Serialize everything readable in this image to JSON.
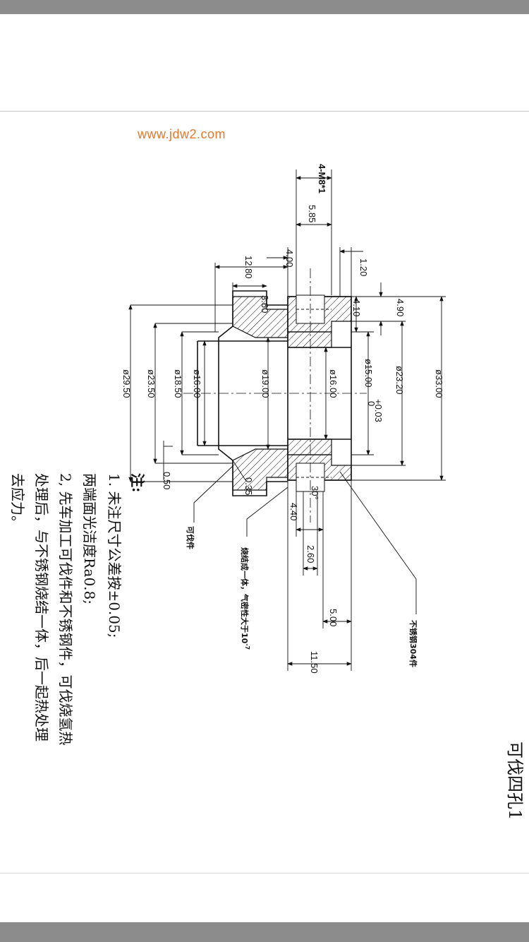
{
  "watermark": "www.jdw2.com",
  "title": "可伐四孔1",
  "dims": {
    "thread": "4-M8*1",
    "d585": "5.85",
    "d400": "4.00",
    "d120": "1.20",
    "d1280": "12.80",
    "d360": "3.60",
    "d490": "4.90",
    "d410": "4.10",
    "phi2950": "ø29.50",
    "phi2350": "ø23.50",
    "phi1850": "ø18.50",
    "phi1600a": "ø16.00",
    "phi1900": "ø19.00",
    "phi1600b": "ø16.00",
    "phi1500": "ø15.00",
    "tol1500": "+0.03",
    "tol1500b": "0",
    "phi2320": "ø23.20",
    "phi3300": "ø33.00",
    "d050": "0.50",
    "d035": "0.35",
    "d440": "4.40",
    "ang": "30°",
    "d260": "2.60",
    "d500": "5.00",
    "d1150": "11.50"
  },
  "labels": {
    "kovar": "可伐件",
    "sinter": "烧结成一体，气密性大于10",
    "sinter_exp": "-7",
    "ss304": "不锈钢304件"
  },
  "notes": {
    "heading": "注:",
    "line1": "1. 未注尺寸公差按±0.05;",
    "line2": "两端面光洁度Ra0.8;",
    "line3": "2, 先车加工可伐件和不锈钢件，可伐烧氢热",
    "line4": "处理后，与不锈钢烧结一体，后一起热处理",
    "line5": "去应力。"
  }
}
